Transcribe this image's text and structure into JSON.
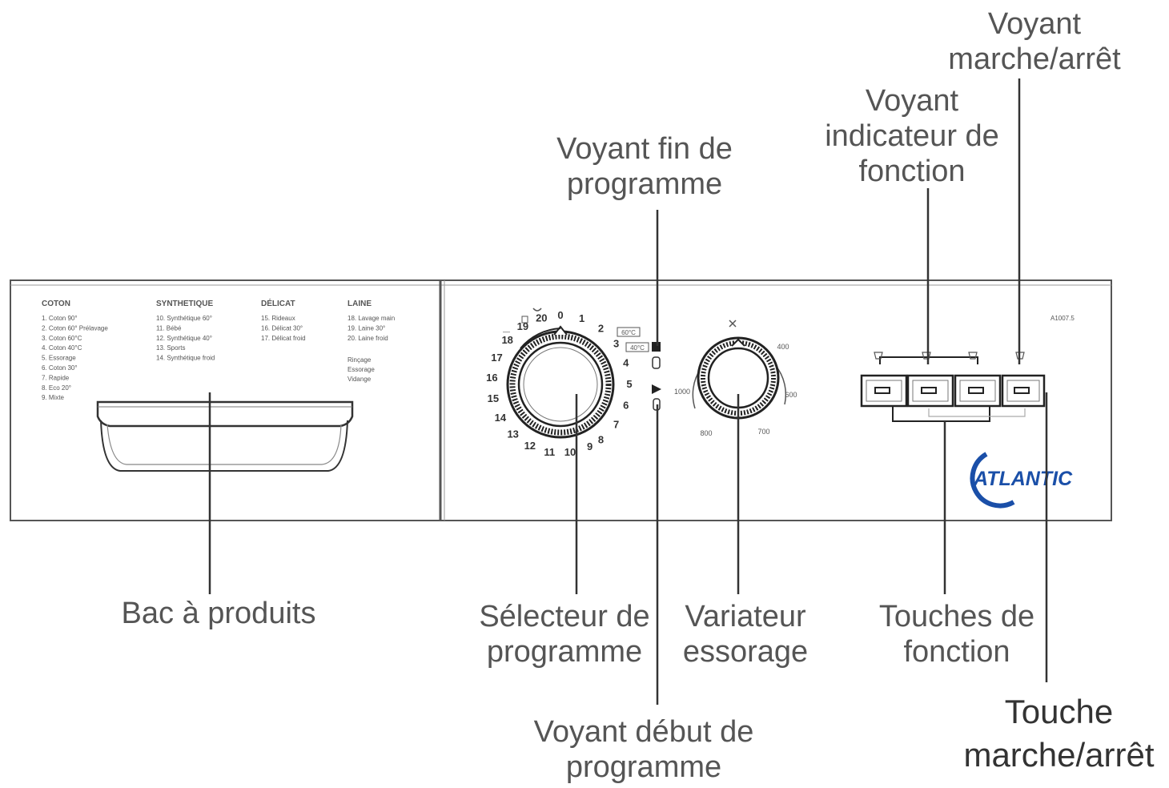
{
  "callouts": {
    "bac_produits": [
      "Bac à produits"
    ],
    "selecteur": [
      "Sélecteur de",
      "programme"
    ],
    "variateur": [
      "Variateur",
      "essorage"
    ],
    "touches_fonction": [
      "Touches de",
      "fonction"
    ],
    "touche_marche": [
      "Touche",
      "marche/arrêt"
    ],
    "voyant_debut": [
      "Voyant début de",
      "programme"
    ],
    "voyant_fin": [
      "Voyant fin de",
      "programme"
    ],
    "voyant_indicateur": [
      "Voyant",
      "indicateur de",
      "fonction"
    ],
    "voyant_marche": [
      "Voyant",
      "marche/arrêt"
    ]
  },
  "panel": {
    "brand": "ATLANTIC",
    "model": "A1007.5",
    "groups": [
      {
        "title": "COTON",
        "items": [
          "1. Coton 90°",
          "2. Coton 60° Prélavage",
          "3. Coton 60°C",
          "4. Coton 40°C",
          "5. Essorage",
          "6. Coton 30°",
          "7. Rapide",
          "8. Eco 20°",
          "9. Mixte"
        ]
      },
      {
        "title": "SYNTHETIQUE",
        "items": [
          "10. Synthétique 60°",
          "11. Bébé",
          "12. Synthétique 40°",
          "13. Sports",
          "14. Synthétique froid"
        ]
      },
      {
        "title": "DÉLICAT",
        "items": [
          "15. Rideaux",
          "16. Délicat 30°",
          "17. Délicat froid"
        ]
      },
      {
        "title": "LAINE",
        "items": [
          "18. Lavage main",
          "19. Laine 30°",
          "20. Laine froid"
        ]
      }
    ],
    "laine_extra": [
      "Rinçage",
      "Essorage",
      "Vidange"
    ],
    "dial_numbers": [
      "0",
      "1",
      "2",
      "3",
      "4",
      "5",
      "6",
      "7",
      "8",
      "9",
      "10",
      "11",
      "12",
      "13",
      "14",
      "15",
      "16",
      "17",
      "18",
      "19",
      "20"
    ],
    "temp_marks": [
      "60°C",
      "40°C"
    ],
    "spin_speeds": [
      "400",
      "600",
      "700",
      "800",
      "1000"
    ]
  }
}
